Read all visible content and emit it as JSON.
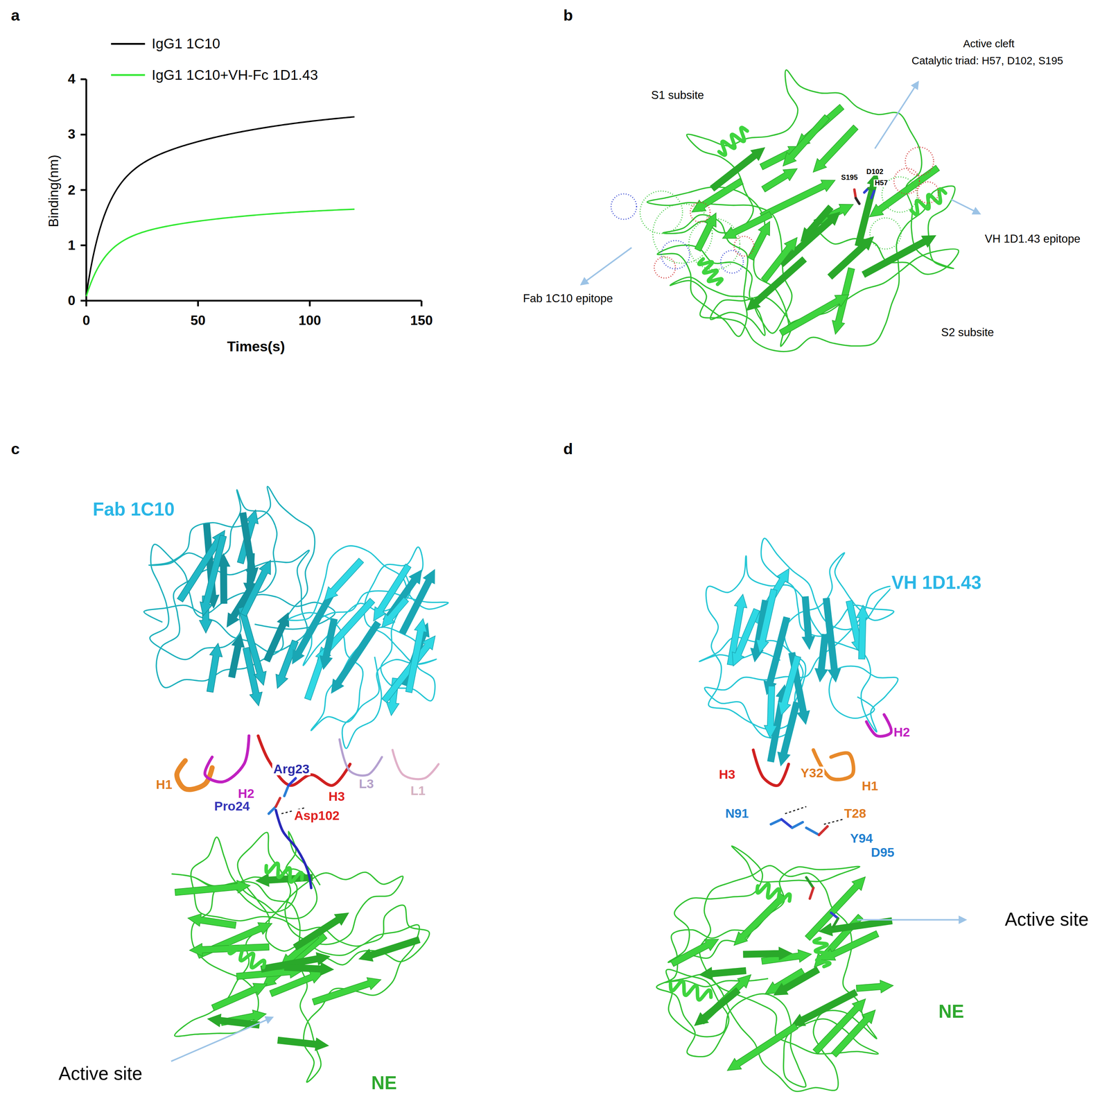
{
  "diagram": {
    "labels": [
      "a",
      "b",
      "c",
      "d",
      "Binding(nm)",
      "Times(s)",
      "0",
      "1",
      "2",
      "3",
      "4",
      "0",
      "50",
      "100",
      "150",
      "S1 subsite",
      "Active cleft",
      "Catalytic triad: H57, D102, S195",
      "S195",
      "D102",
      "H57",
      "VH 1D1.43 epitope",
      "Fab 1C10 epitope",
      "S2 subsite",
      "Fab 1C10",
      "H1",
      "H2",
      "Arg23",
      "Pro24",
      "Asp102",
      "H3",
      "L3",
      "L1",
      "Active site",
      "NE",
      "VH 1D1.43",
      "H2",
      "H3",
      "Y32",
      "H1",
      "T28",
      "N91",
      "Y94",
      "D95",
      "Active site",
      "NE"
    ],
    "legend": [
      {
        "text": "IgG1 1C10"
      },
      {
        "text": "IgG1 1C10+VH-Fc 1D1.43"
      }
    ]
  }
}
